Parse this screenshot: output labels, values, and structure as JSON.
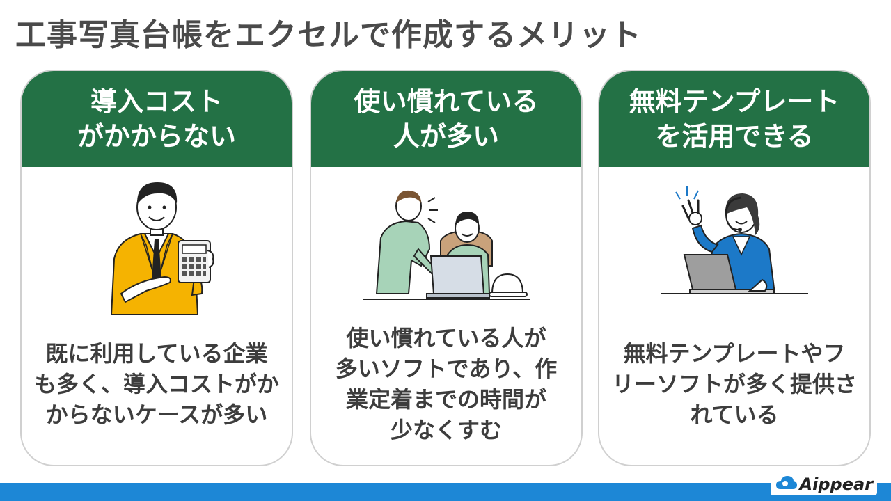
{
  "title": "工事写真台帳をエクセルで作成するメリット",
  "cards": [
    {
      "header": [
        "導入コスト",
        "がかからない"
      ],
      "body": [
        "既に利用している企業",
        "も多く、導入コストがか",
        "からないケースが多い"
      ],
      "illustration": "businessman-with-calculator-icon"
    },
    {
      "header": [
        "使い慣れている",
        "人が多い"
      ],
      "body": [
        "使い慣れている人が",
        "多いソフトであり、作",
        "業定着までの時間が",
        "少なくすむ"
      ],
      "illustration": "construction-workers-at-laptop-icon"
    },
    {
      "header": [
        "無料テンプレート",
        "を活用できる"
      ],
      "body": [
        "無料テンプレートやフ",
        "リーソフトが多く提供さ",
        "れている"
      ],
      "illustration": "support-operator-ok-sign-icon"
    }
  ],
  "logo": {
    "text": "Aippear",
    "icon": "cloud-logo-icon"
  },
  "colors": {
    "header_green": "#237145",
    "footer_blue": "#1d87d6",
    "title_gray": "#4a4a4a",
    "jacket_yellow": "#f5b301",
    "shirt_blue": "#1c79c8"
  }
}
